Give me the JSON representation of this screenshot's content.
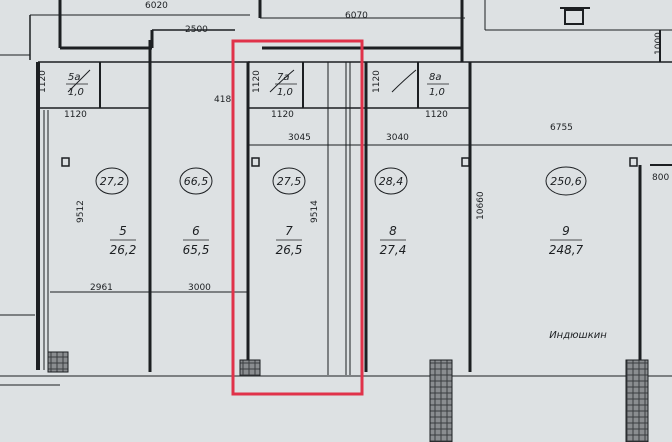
{
  "colors": {
    "highlight": "#e0324a",
    "line": "#1c1f22",
    "paper": "#dde1e3",
    "hatch": "#3a3d40"
  },
  "dimensions": {
    "top_left_6020": "6020",
    "top_6070": "6070",
    "span_2500": "2500",
    "r1120_a": "1120",
    "r1120_b": "1120",
    "r1120_c": "1120",
    "r1120_d": "1120",
    "r1120_e": "1120",
    "r1120_f": "1120",
    "d418": "418",
    "d3045": "3045",
    "d3040": "3040",
    "d6755": "6755",
    "d1000": "1000",
    "d800": "800",
    "d10660": "10660",
    "d9512": "9512",
    "d9514": "9514",
    "d2961": "2961",
    "d3000": "3000"
  },
  "rooms": [
    {
      "id": "5a",
      "number": "5а",
      "area": "1,0"
    },
    {
      "id": "7a",
      "number": "7а",
      "area": "1,0"
    },
    {
      "id": "8a",
      "number": "8а",
      "area": "1,0"
    },
    {
      "id": "5",
      "number": "5",
      "area": "26,2",
      "total": "27,2"
    },
    {
      "id": "6",
      "number": "6",
      "area": "65,5",
      "total": "66,5"
    },
    {
      "id": "7",
      "number": "7",
      "area": "26,5",
      "total": "27,5"
    },
    {
      "id": "8",
      "number": "8",
      "area": "27,4",
      "total": "28,4"
    },
    {
      "id": "9",
      "number": "9",
      "area": "248,7",
      "total": "250,6"
    }
  ],
  "tenant_label": "Индюшкин"
}
